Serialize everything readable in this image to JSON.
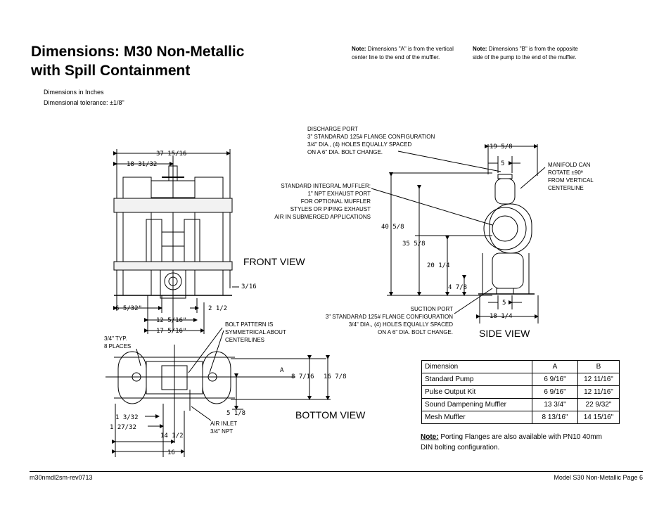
{
  "title": {
    "line1": "Dimensions: M30 Non-Metallic",
    "line2": "with Spill Containment"
  },
  "units": {
    "line1": "Dimensions in Inches",
    "line2": "Dimensional tolerance: ±1/8\""
  },
  "notes": {
    "a": {
      "label": "Note:",
      "text": "Dimensions \"A\" is from the vertical center line to the  end  of the muffler."
    },
    "b": {
      "label": "Note:",
      "text": "Dimensions \"B\" is from the opposite side of the pump to the end of the muffler."
    }
  },
  "callouts": {
    "discharge": [
      "DISCHARGE PORT",
      "3\" STANDARAD 125# FLANGE CONFIGURATION",
      "3/4\" DIA., (4) HOLES EQUALLY SPACED",
      "ON A 6\" DIA. BOLT CHANGE."
    ],
    "muffler": [
      "STANDARD INTEGRAL MUFFLER:",
      "1\" NPT EXHAUST PORT",
      "FOR OPTIONAL MUFFLER",
      "STYLES OR PIPING EXHAUST",
      "AIR IN SUBMERGED APPLICATIONS"
    ],
    "manifold": [
      "MANIFOLD CAN",
      "ROTATE ±90º",
      "FROM VERTICAL",
      "CENTERLINE"
    ],
    "suction": [
      "SUCTION PORT",
      "3\" STANDARAD 125# FLANGE CONFIGURATION",
      "3/4\" DIA., (4) HOLES EQUALLY SPACED",
      "ON A 6\" DIA. BOLT CHANGE."
    ],
    "bolt": [
      "BOLT PATTERN IS",
      "SYMMETRICAL ABOUT",
      "CENTERLINES"
    ],
    "typ": [
      "3/4\" TYP.",
      "8 PLACES"
    ],
    "air": [
      "AIR INLET",
      "3/4\" NPT"
    ]
  },
  "views": {
    "front": "FRONT VIEW",
    "side": "SIDE VIEW",
    "bottom": "BOTTOM VIEW"
  },
  "front_dims": {
    "w1": "37 15/16",
    "w2": "18 31/32",
    "h1": "3/16",
    "l1": "6 5/32\"",
    "r1": "2 1/2",
    "b1": "12 5/16\"",
    "b2": "17 5/16\""
  },
  "side_dims": {
    "t1": "19 5/8",
    "t2": "5",
    "h1": "40 5/8",
    "h2": "35 5/8",
    "h3": "20 1/4",
    "h4": "4 7/8",
    "b1": "5",
    "b2": "18 1/4"
  },
  "bottom_dims": {
    "a": "A",
    "h1": "8 7/16",
    "h2": "16 7/8",
    "r1": "5 1/8",
    "l1": "1 3/32",
    "l2": "1 27/32",
    "b1": "14 1/2",
    "b2": "16"
  },
  "table": {
    "headers": [
      "Dimension",
      "A",
      "B"
    ],
    "rows": [
      [
        "Standard Pump",
        "6  9/16\"",
        "12 11/16\""
      ],
      [
        "Pulse Output Kit",
        "6  9/16\"",
        "12 11/16\""
      ],
      [
        "Sound Dampening Muffler",
        "13 3/4\"",
        "22 9/32\""
      ],
      [
        "Mesh Muffler",
        "8 13/16\"",
        "14 15/16\""
      ]
    ]
  },
  "porting": {
    "label": "Note:",
    "text": " Porting Flanges are also available with PN10 40mm DIN bolting configuration."
  },
  "footer": {
    "left": "m30nmdl2sm-rev0713",
    "right": "Model S30 Non-Metallic Page 6"
  }
}
